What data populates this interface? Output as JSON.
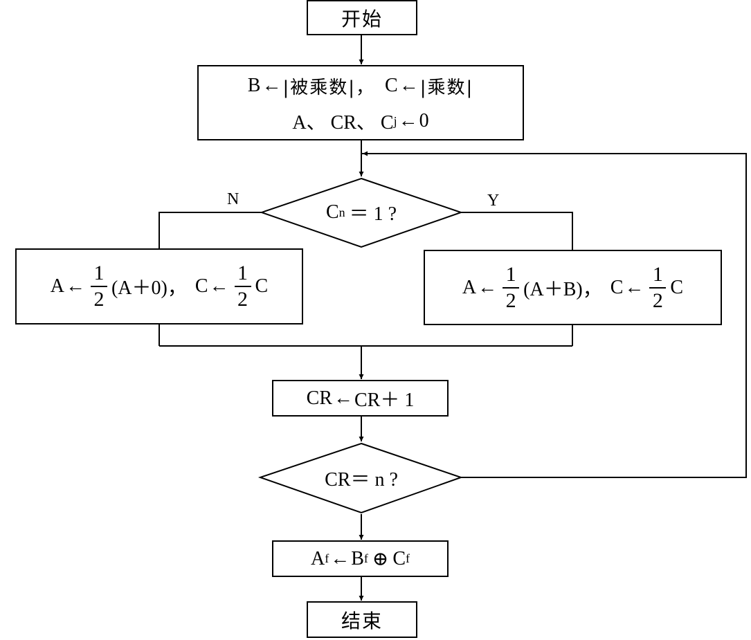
{
  "nodes": {
    "start": "开始",
    "init_line1_pre": "B",
    "init_line1_mid1": "|被乘数|，",
    "init_line1_c": "C",
    "init_line1_mid2": "|乘数|",
    "init_line2_a": "A、 CR、 C",
    "init_line2_sub": "j",
    "init_line2_val": "0",
    "decision1_c": "C",
    "decision1_sub": "n",
    "decision1_rest": "＝ 1 ?",
    "no_branch_a": "A",
    "no_branch_expr": "(A＋0)，",
    "no_branch_c": "C",
    "no_branch_tail": "C",
    "yes_branch_a": "A",
    "yes_branch_expr": "(A＋B)，",
    "yes_branch_c": "C",
    "yes_branch_tail": "C",
    "frac_num": "1",
    "frac_den": "2",
    "increment_left": "CR",
    "increment_right": "CR＋ 1",
    "decision2": "CR＝ n ?",
    "sign_a": "A",
    "sign_b": "B",
    "sign_op": "⊕",
    "sign_c": "C",
    "sign_sub": "f",
    "end": "结束",
    "arrow": "←"
  },
  "labels": {
    "no": "N",
    "yes": "Y"
  },
  "colors": {
    "stroke": "#000000",
    "background": "#ffffff"
  }
}
